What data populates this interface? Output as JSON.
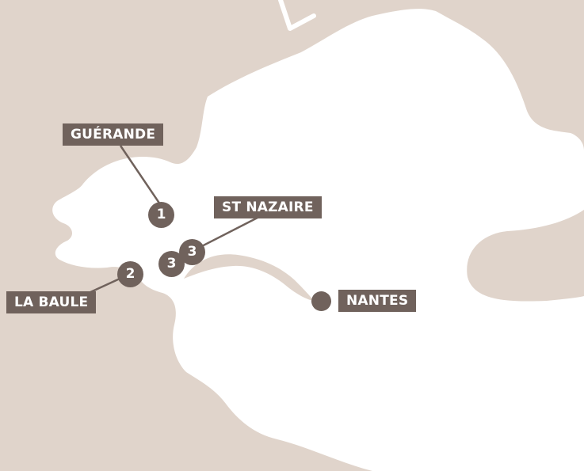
{
  "colors": {
    "background": "#e0d4cb",
    "land": "#ffffff",
    "accent": "#70625c"
  },
  "places": {
    "guerande": {
      "label": "GUÉRANDE",
      "marker": "1"
    },
    "la_baule": {
      "label": "LA BAULE",
      "marker": "2"
    },
    "st_nazaire": {
      "label": "ST NAZAIRE",
      "marker_a": "3",
      "marker_b": "3"
    },
    "nantes": {
      "label": "NANTES"
    }
  },
  "decor": {
    "arrow_icon": "chevron-arrow-icon"
  }
}
